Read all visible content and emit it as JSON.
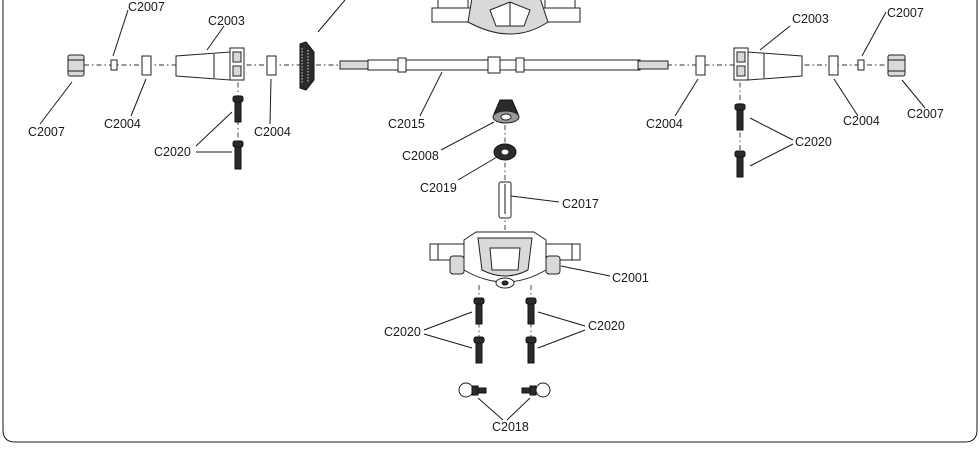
{
  "title": "",
  "parts": {
    "c2007_top_left": "C2007",
    "c2003_left": "C2003",
    "c2007_bottom_left": "C2007",
    "c2004_left_outer": "C2004",
    "c2004_left_inner": "C2004",
    "c2020_left": "C2020",
    "c2015": "C2015",
    "c2008": "C2008",
    "c2019": "C2019",
    "c2017": "C2017",
    "c2001": "C2001",
    "c2020_center_left": "C2020",
    "c2020_center_right": "C2020",
    "c2018": "C2018",
    "c2003_right": "C2003",
    "c2007_top_right": "C2007",
    "c2004_right_inner": "C2004",
    "c2004_right_outer": "C2004",
    "c2007_bottom_right": "C2007",
    "c2020_right": "C2020"
  }
}
